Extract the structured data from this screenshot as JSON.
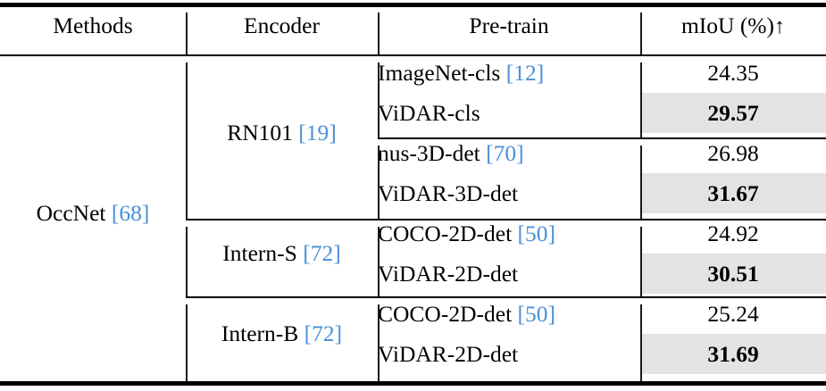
{
  "table": {
    "columns": [
      {
        "id": "methods",
        "header": "Methods"
      },
      {
        "id": "encoder",
        "header": "Encoder"
      },
      {
        "id": "pretrain",
        "header": "Pre-train"
      },
      {
        "id": "miou",
        "header": "mIoU (%)",
        "header_suffix": "↑"
      }
    ],
    "method": {
      "name": "OccNet",
      "cite": "[68]"
    },
    "groups": [
      {
        "encoder": {
          "name": "RN101",
          "cite": "[19]"
        },
        "subgroups": [
          {
            "rows": [
              {
                "pretrain": "ImageNet-cls",
                "pretrain_cite": "[12]",
                "miou": "24.35",
                "highlight": false
              },
              {
                "pretrain": "ViDAR-cls",
                "pretrain_cite": "",
                "miou": "29.57",
                "highlight": true
              }
            ]
          },
          {
            "rows": [
              {
                "pretrain": "nus-3D-det",
                "pretrain_cite": "[70]",
                "miou": "26.98",
                "highlight": false
              },
              {
                "pretrain": "ViDAR-3D-det",
                "pretrain_cite": "",
                "miou": "31.67",
                "highlight": true
              }
            ]
          }
        ]
      },
      {
        "encoder": {
          "name": "Intern-S",
          "cite": "[72]"
        },
        "subgroups": [
          {
            "rows": [
              {
                "pretrain": "COCO-2D-det",
                "pretrain_cite": "[50]",
                "miou": "24.92",
                "highlight": false
              },
              {
                "pretrain": "ViDAR-2D-det",
                "pretrain_cite": "",
                "miou": "30.51",
                "highlight": true
              }
            ]
          }
        ]
      },
      {
        "encoder": {
          "name": "Intern-B",
          "cite": "[72]"
        },
        "subgroups": [
          {
            "rows": [
              {
                "pretrain": "COCO-2D-det",
                "pretrain_cite": "[50]",
                "miou": "25.24",
                "highlight": false
              },
              {
                "pretrain": "ViDAR-2D-det",
                "pretrain_cite": "",
                "miou": "31.69",
                "highlight": true
              }
            ]
          }
        ]
      }
    ],
    "colors": {
      "citation": "#4a90d9",
      "highlight_background": "#e3e3e3",
      "rule": "#000000",
      "text": "#000000"
    }
  }
}
